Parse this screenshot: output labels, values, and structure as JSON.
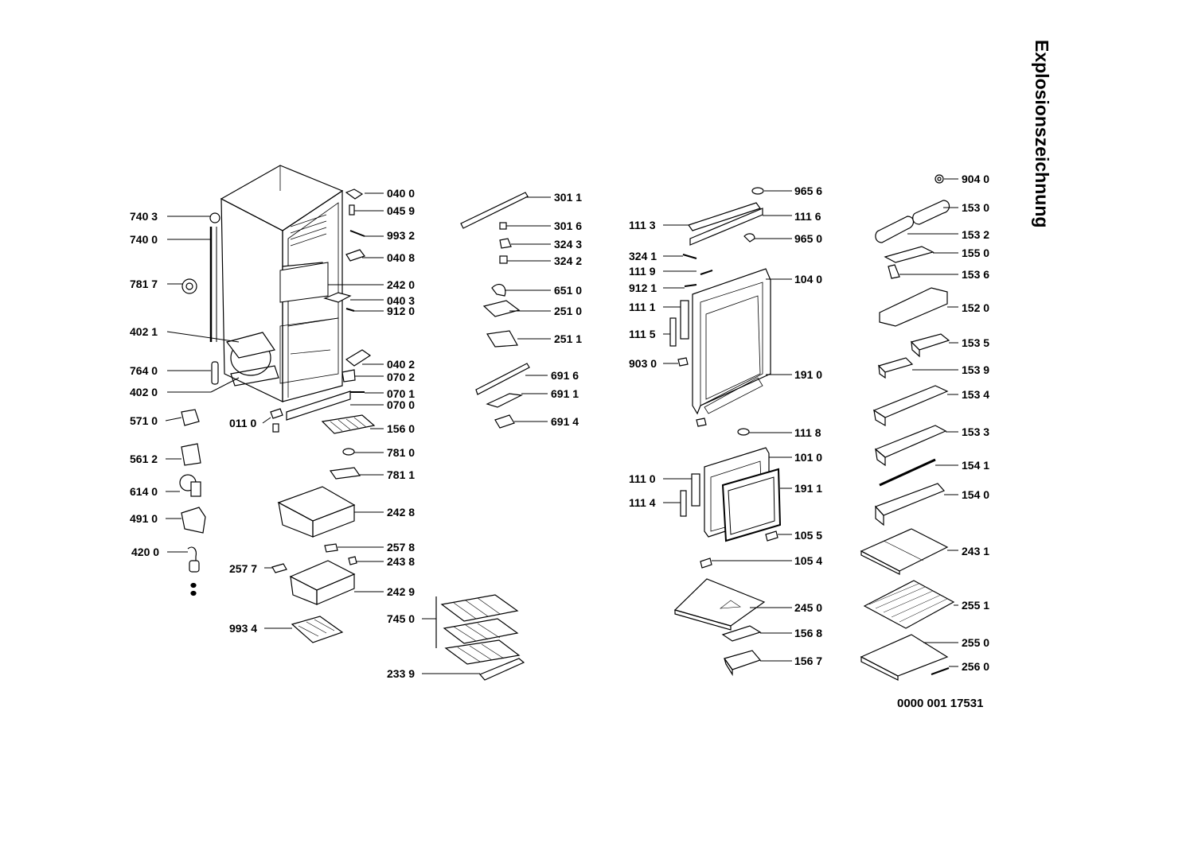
{
  "title": "Explosionszeichnung",
  "document_number": "0000 001 17531",
  "labels": {
    "p7403": "740 3",
    "p7400": "740 0",
    "p7817": "781 7",
    "p4021": "402 1",
    "p7640": "764 0",
    "p4020": "402 0",
    "p5710": "571 0",
    "p5612": "561 2",
    "p6140": "614 0",
    "p4910": "491 0",
    "p4200": "420 0",
    "p0110": "011 0",
    "p2577": "257 7",
    "p9934": "993 4",
    "p0400": "040 0",
    "p0459": "045 9",
    "p9932": "993 2",
    "p0408": "040 8",
    "p2420": "242 0",
    "p0403": "040 3",
    "p9120": "912 0",
    "p0402": "040 2",
    "p0702": "070 2",
    "p0701": "070 1",
    "p0700": "070 0",
    "p1560": "156 0",
    "p7810": "781 0",
    "p7811": "781 1",
    "p2428": "242 8",
    "p2578": "257 8",
    "p2438": "243 8",
    "p2429": "242 9",
    "p7450": "745 0",
    "p2339": "233 9",
    "p3011": "301 1",
    "p3016": "301 6",
    "p3243": "324 3",
    "p3242": "324 2",
    "p6510": "651 0",
    "p2510": "251 0",
    "p2511": "251 1",
    "p6916": "691 6",
    "p6911": "691 1",
    "p6914": "691 4",
    "p1113": "111 3",
    "p3241": "324 1",
    "p1119": "111 9",
    "p9121": "912 1",
    "p1111": "111 1",
    "p1115": "111 5",
    "p9030": "903 0",
    "p1110": "111 0",
    "p1114": "111 4",
    "p9656": "965 6",
    "p1116": "111 6",
    "p9650": "965 0",
    "p1040": "104 0",
    "p1910": "191 0",
    "p1118": "111 8",
    "p1010": "101 0",
    "p1911": "191 1",
    "p1055": "105 5",
    "p1054": "105 4",
    "p2450": "245 0",
    "p1568": "156 8",
    "p1567": "156 7",
    "p9040": "904 0",
    "p1530": "153 0",
    "p1532": "153 2",
    "p1550": "155 0",
    "p1536": "153 6",
    "p1520": "152 0",
    "p1535": "153 5",
    "p1539": "153 9",
    "p1534": "153 4",
    "p1533": "153 3",
    "p1541": "154 1",
    "p1540": "154 0",
    "p2431": "243 1",
    "p2551": "255 1",
    "p2550": "255 0",
    "p2560": "256 0"
  }
}
